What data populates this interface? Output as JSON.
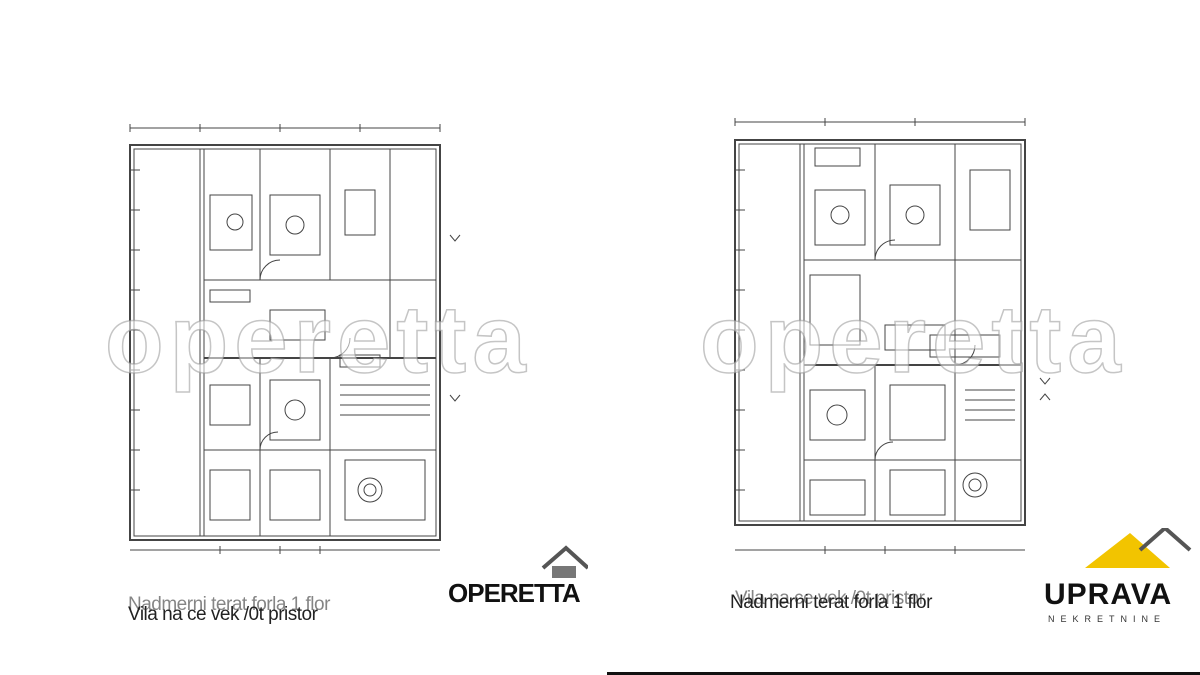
{
  "plans": [
    {
      "caption": "Vila na ce vek /0t pristor",
      "overlay_caption": "Nadmerni terat forla 1 flor"
    },
    {
      "caption": "Nadmerni terat forla 1 flor",
      "overlay_caption": "Vila na ce vek /0t pristor"
    }
  ],
  "logos": [
    {
      "text": "OPERETTA",
      "subtext": "",
      "accent": "#111111"
    },
    {
      "text": "UPRAVA",
      "subtext": "NEKRETNINE",
      "accent": "#f2c400"
    }
  ],
  "watermark": {
    "text": "operetta"
  },
  "colors": {
    "line": "#444444",
    "accent": "#f2c400"
  }
}
